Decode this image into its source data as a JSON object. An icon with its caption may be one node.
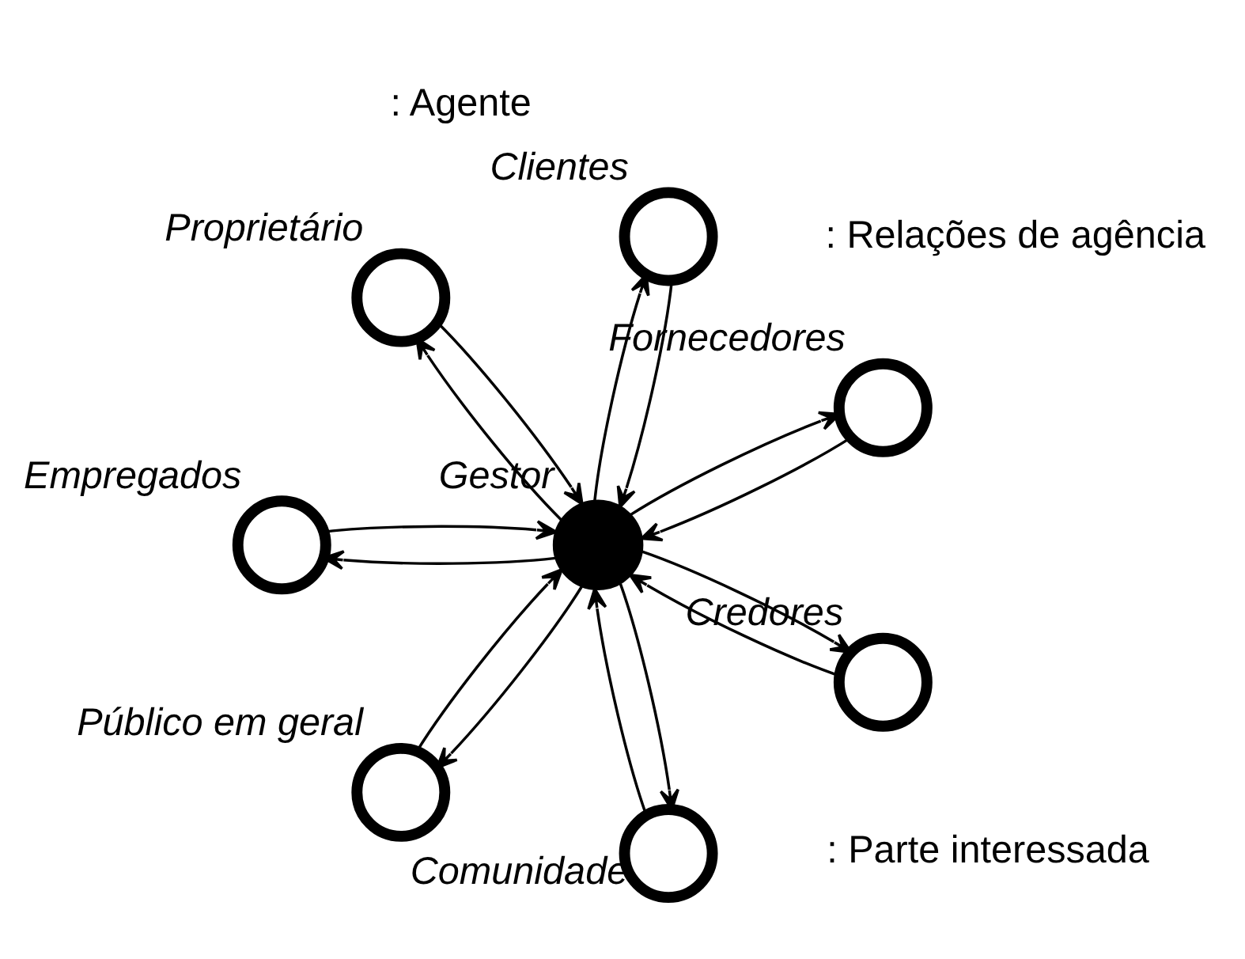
{
  "diagram": {
    "nodes": [
      {
        "text": [],
        "shape": "circle",
        "beside": [
          "Fornecedores"
        ]
      },
      {
        "text": [],
        "shape": "circle",
        "beside": [
          "Clientes"
        ]
      },
      {
        "text": [],
        "shape": "circle",
        "beside": [
          "Proprietário"
        ]
      },
      {
        "text": [],
        "shape": "circle",
        "beside": [
          "Gestor"
        ]
      },
      {
        "text": [],
        "shape": "circle",
        "beside": [
          "Empregados"
        ]
      },
      {
        "text": [],
        "shape": "circle",
        "beside": [
          "Público em geral"
        ]
      },
      {
        "text": [],
        "shape": "circle",
        "beside": [
          "Comunidade"
        ]
      },
      {
        "text": [],
        "shape": "circle",
        "beside": [
          "Credores"
        ]
      }
    ],
    "edges": [
      {
        "from": 3,
        "to": 0,
        "arrow": "to"
      },
      {
        "from": 0,
        "to": 3,
        "arrow": "to"
      },
      {
        "from": 3,
        "to": 1,
        "arrow": "to"
      },
      {
        "from": 1,
        "to": 3,
        "arrow": "to"
      },
      {
        "from": 3,
        "to": 2,
        "arrow": "to"
      },
      {
        "from": 2,
        "to": 3,
        "arrow": "to"
      },
      {
        "from": 3,
        "to": 4,
        "arrow": "to"
      },
      {
        "from": 4,
        "to": 3,
        "arrow": "to"
      },
      {
        "from": 3,
        "to": 5,
        "arrow": "to"
      },
      {
        "from": 5,
        "to": 3,
        "arrow": "to"
      },
      {
        "from": 3,
        "to": 6,
        "arrow": "to"
      },
      {
        "from": 6,
        "to": 3,
        "arrow": "to"
      },
      {
        "from": 3,
        "to": 7,
        "arrow": "to"
      },
      {
        "from": 7,
        "to": 3,
        "arrow": "to"
      }
    ],
    "legend": [
      {
        "text": ": Relações de agência"
      },
      {
        "text": ": Agente"
      },
      {
        "text": ": Parte interessada"
      }
    ]
  }
}
